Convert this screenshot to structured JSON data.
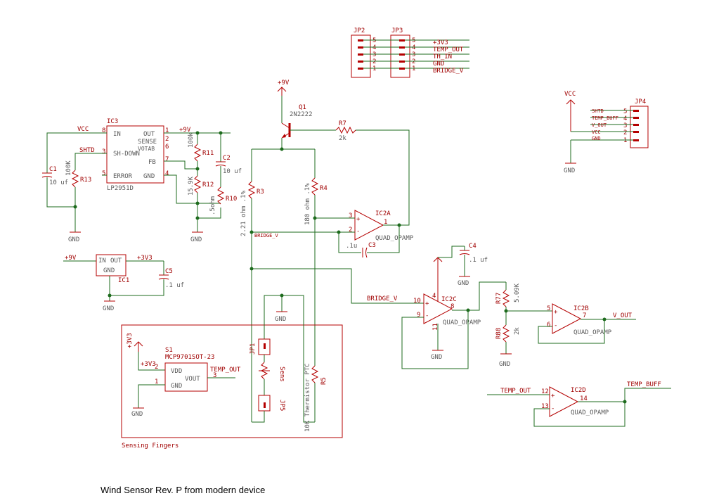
{
  "labels": {
    "jp2": "JP2",
    "jp3": "JP3",
    "jp4": "JP4",
    "jp3_pins": [
      "5",
      "4",
      "3",
      "2",
      "1"
    ],
    "jp3_nets": [
      "+3V3",
      "TEMP_OUT",
      "TH_IN",
      "GND",
      "BRIDGE_V"
    ],
    "jp4_pins": [
      "5",
      "4",
      "3",
      "2",
      "1"
    ],
    "jp4_nets": [
      "SHTD",
      "TEMP_BUFF",
      "V_OUT",
      "VCC",
      "GND"
    ],
    "plus9v": "+9V",
    "plus3v3": "+3V3",
    "vcc": "VCC",
    "gnd": "GND",
    "q1": "Q1",
    "q1_part": "2N2222",
    "r7": "R7",
    "r7_val": "2k",
    "ic3": "IC3",
    "ic3_part": "LP2951D",
    "ic3_pins": {
      "in": "IN",
      "out": "OUT",
      "sense": "SENSE",
      "votab": "VOTAB",
      "shdown": "SH-DOWN",
      "fb": "FB",
      "error": "ERROR",
      "gnd": "GND"
    },
    "ic3_pin_nums": [
      "8",
      "1",
      "2",
      "6",
      "3",
      "7",
      "5",
      "4"
    ],
    "shtd": "SHTD",
    "c1": "C1",
    "c1_val": "10 uf",
    "r13": "R13",
    "r13_val": "100K",
    "r11": "R11",
    "r11_val": "100k",
    "r12": "R12",
    "r12_val": "15.9K",
    "c2": "C2",
    "c2_val": "10 uf",
    "r10": "R10",
    "r10_val": ".5ohm",
    "r3": "R3",
    "r3_val": "2.21 ohm .1%",
    "r4": "R4",
    "r4_val": "180 ohm .1%",
    "bridge_v": "BRIDGE_V",
    "ic2a": "IC2A",
    "ic2b": "IC2B",
    "ic2c": "IC2C",
    "ic2d": "IC2D",
    "quad_opamp": "QUAD_OPAMP",
    "c3": "C3",
    "c3_val": ".1u",
    "c4": "C4",
    "c4_val": ".1 uf",
    "c5": "C5",
    "c5_val": ".1 uf",
    "ic1": "IC1",
    "ic1_in": "IN",
    "ic1_out": "OUT",
    "ic1_gnd": "GND",
    "r77": "R77",
    "r77_val": "5.09K",
    "r88": "R88",
    "r88_val": "2k",
    "v_out": "V_OUT",
    "temp_out": "TEMP_OUT",
    "temp_buff": "TEMP_BUFF",
    "s1": "S1",
    "s1_part": "MCP9701SOT-23",
    "s1_vdd": "VDD",
    "s1_vout": "VOUT",
    "s1_gnd": "GND",
    "jp1": "JP1",
    "jp5": "JP5",
    "sens": "Sens",
    "r5": "R5",
    "r5_val": "10K Thermistor PTC",
    "sensing_fingers": "Sensing Fingers",
    "pin_nums": {
      "ic2a_3": "3",
      "ic2a_2": "2",
      "ic2a_1": "1",
      "ic2c_10": "10",
      "ic2c_9": "9",
      "ic2c_4": "4",
      "ic2c_11": "11",
      "ic2c_8": "8",
      "ic2b_5": "5",
      "ic2b_6": "6",
      "ic2b_7": "7",
      "ic2d_12": "12",
      "ic2d_13": "13",
      "ic2d_14": "14",
      "s1_2": "2",
      "s1_1": "1",
      "s1_3": "3"
    }
  },
  "caption": "Wind Sensor Rev. P   from modern device"
}
